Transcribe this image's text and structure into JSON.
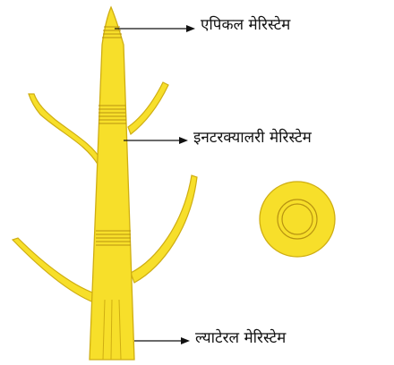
{
  "labels": {
    "apical": "एपिकल मेरिस्टेम",
    "intercalary": "इनटरक्यालरी मेरिस्टेम",
    "lateral": "ल्याटेरल मेरिस्टेम"
  },
  "colors": {
    "plant_fill": "#f7df2a",
    "plant_outline": "#cfae12",
    "meristem_band": "#b89310",
    "arrow": "#111111",
    "background": "#ffffff"
  }
}
